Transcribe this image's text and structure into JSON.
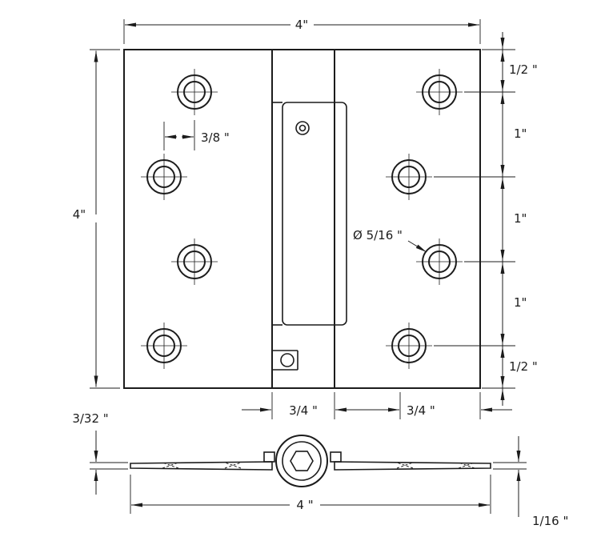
{
  "drawing": {
    "type": "technical-drawing",
    "subject": "square spring hinge, plan view and edge view",
    "top_view": {
      "width_label": "4\"",
      "height_label": "4\"",
      "hole_offset_label": "3/8 \"",
      "hole_diameter_label": "Ø 5/16 \"",
      "right_spacing_labels": [
        "1/2 \"",
        "1\"",
        "1\"",
        "1\"",
        "1/2 \""
      ],
      "bottom_left_label": "3/4 \"",
      "bottom_right_label": "3/4 \""
    },
    "side_view": {
      "thickness_label": "3/32 \"",
      "width_label": "4 \"",
      "tip_thickness_label": "1/16 \""
    }
  }
}
